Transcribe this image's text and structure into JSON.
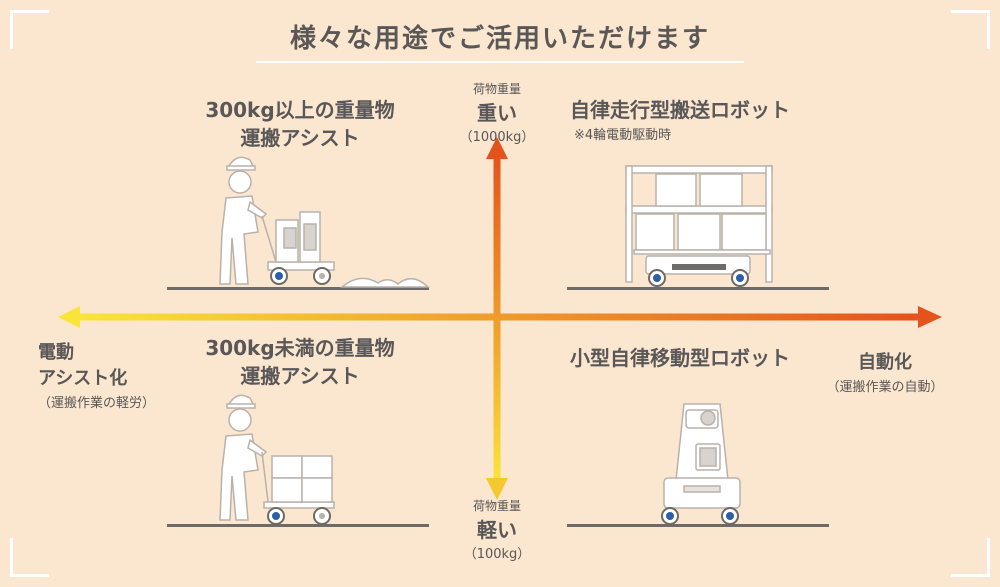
{
  "title": "様々な用途でご活用いただけます",
  "axis": {
    "top": {
      "small": "荷物重量",
      "big": "重い",
      "sub": "（1000kg）"
    },
    "bottom": {
      "small": "荷物重量",
      "big": "軽い",
      "sub": "（100kg）"
    },
    "left": {
      "line1": "電動",
      "line2": "アシスト化",
      "sub": "（運搬作業の軽労）"
    },
    "right": {
      "big": "自動化",
      "sub": "（運搬作業の自動）"
    }
  },
  "quadrants": {
    "top_left": {
      "line1": "300kg以上の重量物",
      "line2": "運搬アシスト"
    },
    "top_right": {
      "line1": "自律走行型搬送ロボット",
      "note": "※4輪電動駆動時"
    },
    "bottom_left": {
      "line1": "300kg未満の重量物",
      "line2": "運搬アシスト"
    },
    "bottom_right": {
      "line1": "小型自律移動型ロボット"
    }
  },
  "colors": {
    "background": "#fbe6cf",
    "text": "#595757",
    "axis_start": "#f9e53a",
    "axis_end": "#e4531c",
    "illustration_fill": "#ffffff",
    "illustration_stroke": "#b9b2ab",
    "ground": "#6e6a67",
    "wheel": "#2c5fa8"
  },
  "icons": [
    "worker-heavy-cart-illustration",
    "rack-robot-illustration",
    "worker-light-cart-illustration",
    "small-robot-illustration"
  ]
}
